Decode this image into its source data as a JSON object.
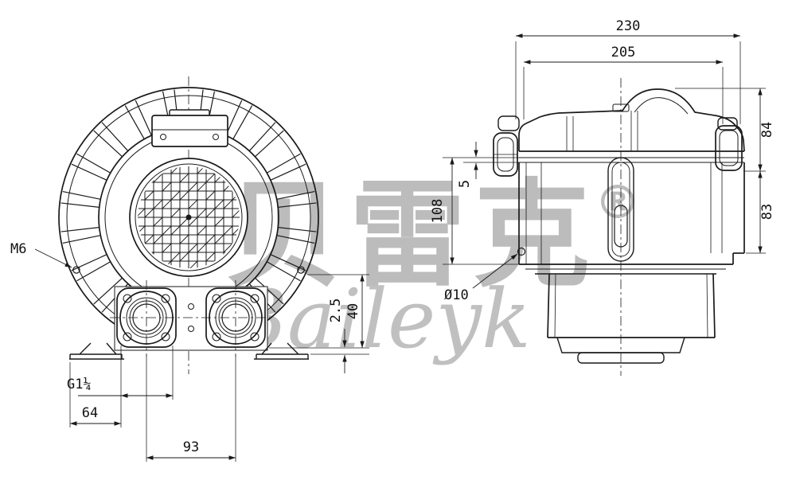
{
  "watermark": {
    "cjk_text": "贝雷克",
    "registered_mark": "®",
    "latin_text": "Baileyk"
  },
  "front_view": {
    "labels": {
      "thread": "M6",
      "port_thread": "G1¼",
      "dim_64": "64",
      "dim_93": "93",
      "dim_40": "40",
      "dim_2_5": "2.5"
    }
  },
  "side_view": {
    "labels": {
      "dim_230": "230",
      "dim_205": "205",
      "dim_84": "84",
      "dim_83": "83",
      "dim_108": "108",
      "dim_5": "5",
      "hole": "Ø10"
    }
  }
}
